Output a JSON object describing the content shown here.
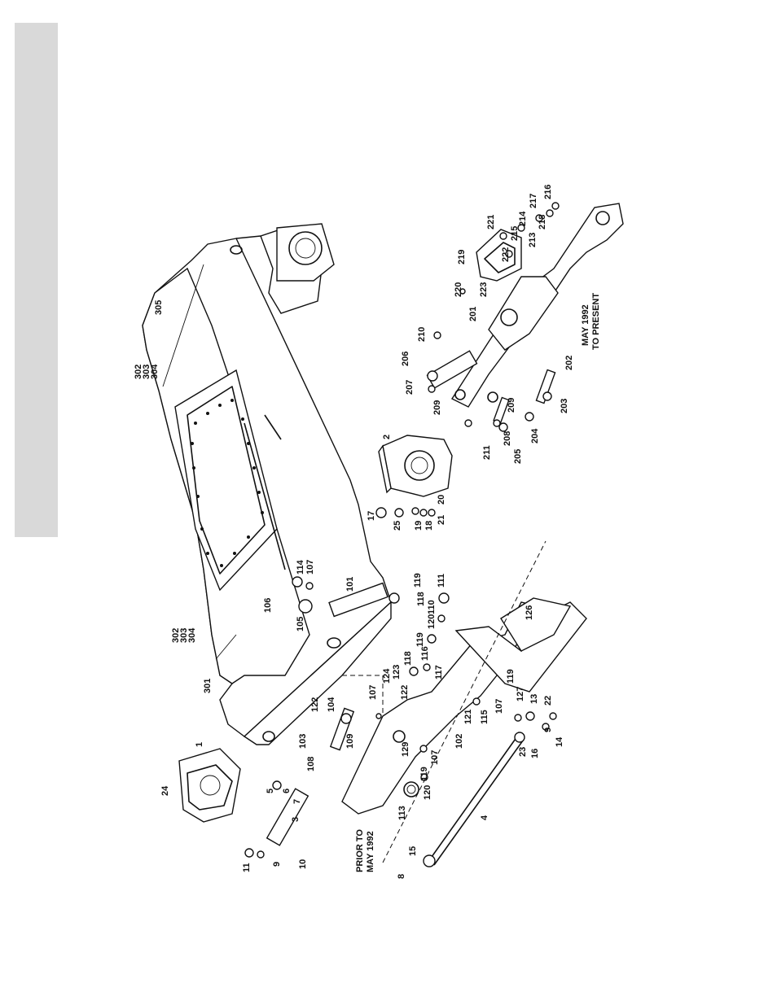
{
  "captions": {
    "prior_line1": "PRIOR TO",
    "prior_line2": "MAY 1992",
    "present_line1": "MAY 1992",
    "present_line2": "TO PRESENT"
  },
  "callouts": {
    "main_frame": [
      "305",
      "302",
      "303",
      "304",
      "302",
      "303",
      "304",
      "301",
      "101",
      "114",
      "107",
      "106",
      "105",
      "2",
      "17",
      "25",
      "19",
      "18",
      "21",
      "20"
    ],
    "left_assembly": [
      "1",
      "24",
      "5",
      "6",
      "7",
      "3",
      "11",
      "9",
      "10",
      "8",
      "15",
      "4",
      "103",
      "122",
      "104",
      "108",
      "109",
      "107",
      "113",
      "120",
      "119",
      "129",
      "107",
      "102",
      "121",
      "115",
      "107",
      "119",
      "127",
      "126",
      "124",
      "123",
      "122",
      "118",
      "116",
      "117",
      "119",
      "120",
      "110",
      "118",
      "119",
      "111",
      "13",
      "22",
      "9",
      "14",
      "16",
      "23"
    ],
    "right_assembly": [
      "210",
      "206",
      "207",
      "209",
      "209",
      "208",
      "211",
      "205",
      "204",
      "203",
      "202",
      "201",
      "220",
      "223",
      "219",
      "222",
      "221",
      "215",
      "214",
      "213",
      "218",
      "217",
      "216"
    ]
  }
}
